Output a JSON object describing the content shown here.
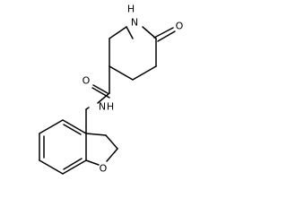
{
  "figure_type": "chemical structure (skeletal formula)",
  "colors": {
    "bond": "#000000",
    "background": "#ffffff"
  },
  "atom_labels": {
    "ring_nh": "H",
    "ring_nh_n": "N",
    "lactam_o": "O",
    "amide_o": "O",
    "amide_nh_n": "N",
    "amide_nh_h": "H",
    "furan_o": "O"
  }
}
